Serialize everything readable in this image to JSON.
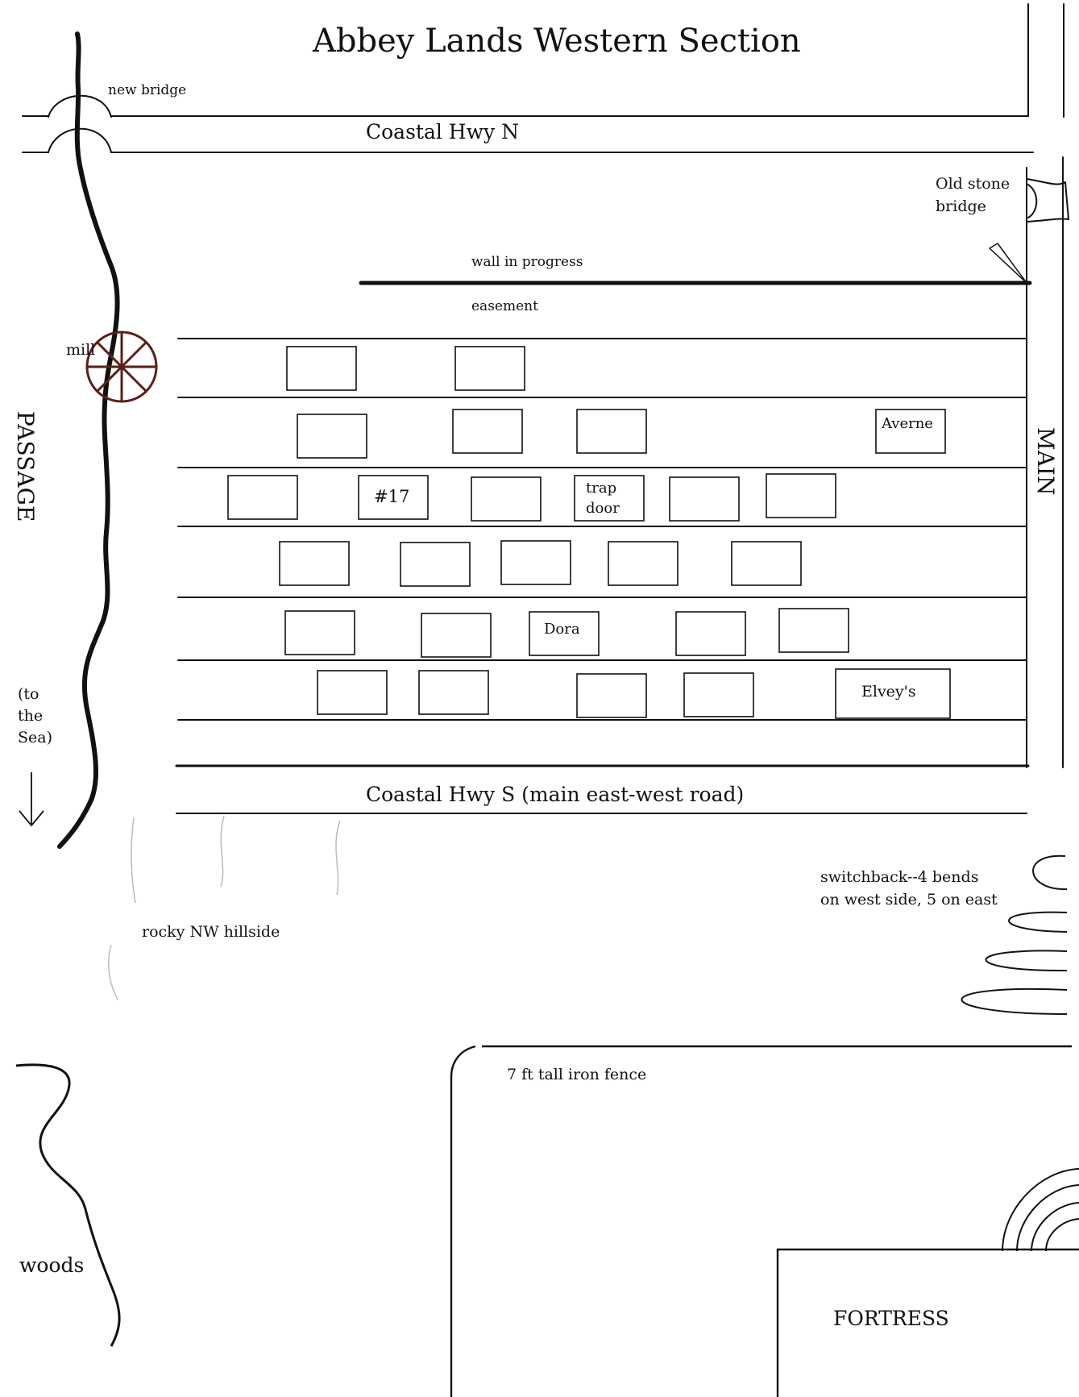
{
  "title": "Abbey Lands Western Section",
  "roads": {
    "north": "Coastal Hwy N",
    "south": "Coastal Hwy S (main east-west road)",
    "main": "MAIN",
    "passage": "PASSAGE"
  },
  "labels": {
    "new_bridge": "new bridge",
    "old_stone_bridge_1": "Old stone",
    "old_stone_bridge_2": "bridge",
    "wall": "wall in progress",
    "easement": "easement",
    "mill": "mill",
    "to_sea_1": "(to",
    "to_sea_2": "the",
    "to_sea_3": "Sea)",
    "switchback_1": "switchback--4 bends",
    "switchback_2": "on west side, 5 on east",
    "hillside": "rocky NW hillside",
    "fence": "7 ft tall iron fence",
    "woods": "woods",
    "fortress": "FORTRESS"
  },
  "houses": {
    "h17": "#17",
    "trap_1": "trap",
    "trap_2": "door",
    "averne": "Averne",
    "dora": "Dora",
    "elveys": "Elvey's"
  },
  "colors": {
    "ink": "#111111",
    "mill_wheel": "#5a1f1a",
    "faint": "#bbbbbb"
  }
}
